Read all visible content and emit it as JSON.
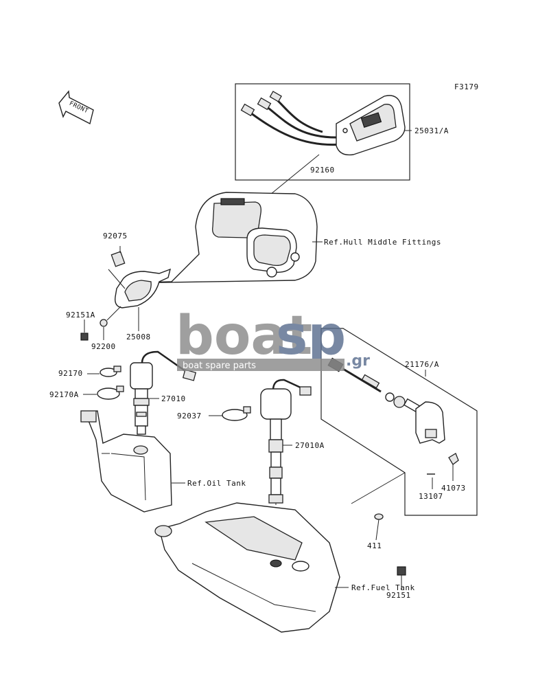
{
  "figure_code": "F3179",
  "front_arrow_label": "FRONT",
  "watermark": {
    "brand_left": "boat",
    "brand_right": "sp",
    "suffix": ".gr",
    "tagline": "boat spare parts",
    "color_gray": "#8a8a8a",
    "color_blue": "#5b6f8f"
  },
  "parts": [
    {
      "id": "p25031a",
      "label": "25031/A"
    },
    {
      "id": "p92160",
      "label": "92160"
    },
    {
      "id": "ref-hull",
      "label": "Ref.Hull Middle Fittings"
    },
    {
      "id": "p92075",
      "label": "92075"
    },
    {
      "id": "p92151a",
      "label": "92151A"
    },
    {
      "id": "p92200",
      "label": "92200"
    },
    {
      "id": "p25008",
      "label": "25008"
    },
    {
      "id": "p92170",
      "label": "92170"
    },
    {
      "id": "p92170a",
      "label": "92170A"
    },
    {
      "id": "p27010",
      "label": "27010"
    },
    {
      "id": "p92037",
      "label": "92037"
    },
    {
      "id": "p27010a",
      "label": "27010A"
    },
    {
      "id": "ref-oil",
      "label": "Ref.Oil Tank"
    },
    {
      "id": "p21176a",
      "label": "21176/A"
    },
    {
      "id": "p41073",
      "label": "41073"
    },
    {
      "id": "p13107",
      "label": "13107"
    },
    {
      "id": "p411",
      "label": "411"
    },
    {
      "id": "p92151",
      "label": "92151"
    },
    {
      "id": "ref-fuel",
      "label": "Ref.Fuel Tank"
    }
  ]
}
